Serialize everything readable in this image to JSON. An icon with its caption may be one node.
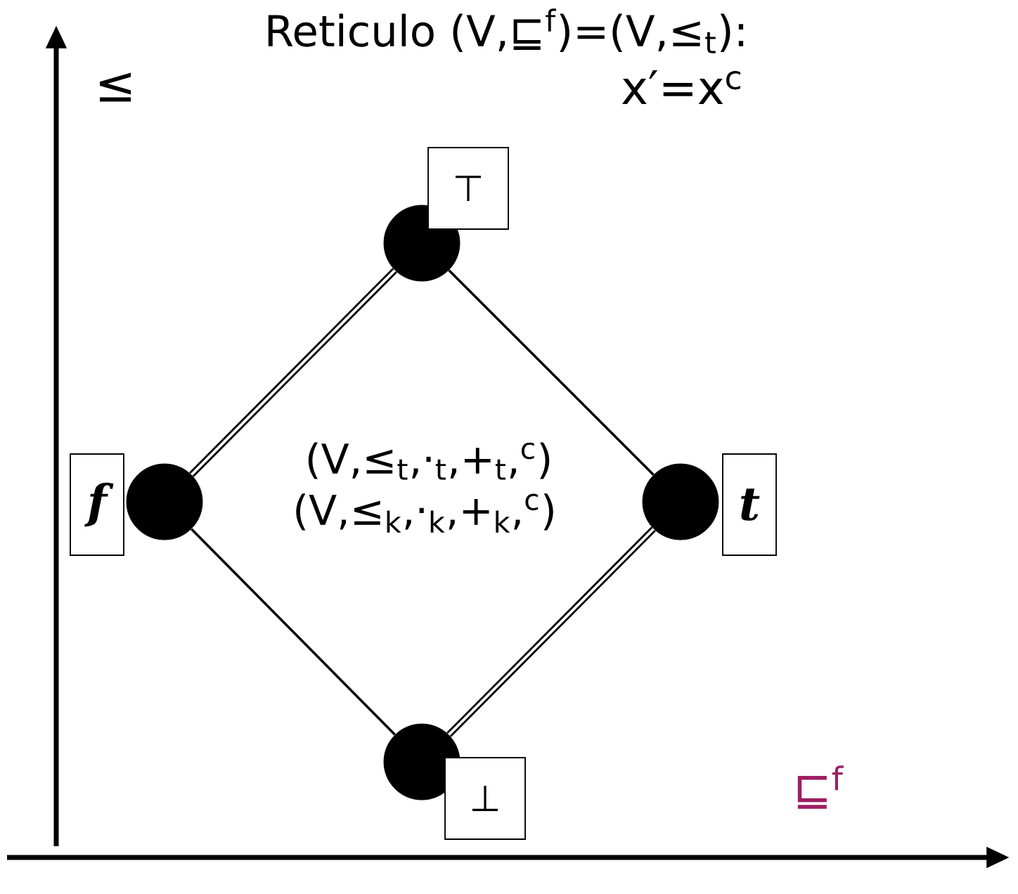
{
  "diagram": {
    "title": "Reticulo (V,⊑$^{f}$)=(V,≤$_{t}$):",
    "nodes": [
      {
        "text": [],
        "shape": "circle",
        "beside": [
          "⊤"
        ]
      },
      {
        "text": [],
        "shape": "circle",
        "beside": [
          "f"
        ]
      },
      {
        "text": [],
        "shape": "circle",
        "beside": [
          "t"
        ]
      },
      {
        "text": [],
        "shape": "circle",
        "beside": [
          "⊥"
        ]
      }
    ],
    "edges": [
      {
        "from": 0,
        "to": 1,
        "arrow": "none",
        "style": "thick"
      },
      {
        "from": 0,
        "to": 2,
        "arrow": "none"
      },
      {
        "from": 1,
        "to": 3,
        "arrow": "none"
      },
      {
        "from": 3,
        "to": 2,
        "arrow": "none",
        "style": "thick"
      }
    ],
    "labels": [
      "≤",
      "x′=x$^{c}$",
      "(V,≤$_{t}$,·$_{t}$,+$_{t}$,$^{c}$)",
      "(V,≤$_{k}$,·$_{k}$,+$_{k}$,$^{c}$)",
      "⊑$^{f}$"
    ]
  }
}
